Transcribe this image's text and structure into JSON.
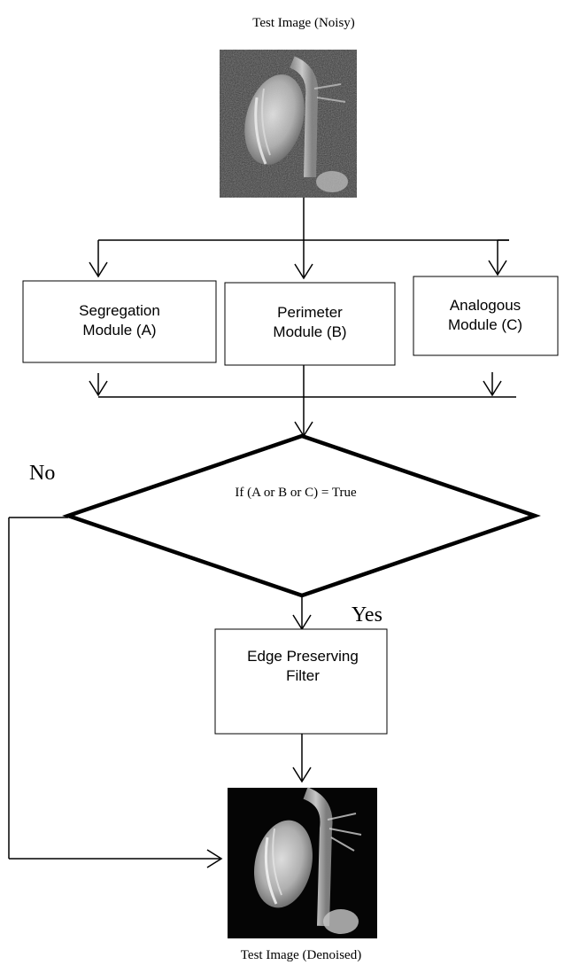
{
  "input_image": {
    "caption": "Test Image (Noisy)"
  },
  "modules": {
    "segregation": {
      "line1": "Segregation",
      "line2": "Module (A)"
    },
    "perimeter": {
      "line1": "Perimeter",
      "line2": "Module (B)"
    },
    "analogous": {
      "line1": "Analogous",
      "line2": "Module (C)"
    }
  },
  "decision": {
    "condition": "If (A or B or C) = True",
    "no_label": "No",
    "yes_label": "Yes"
  },
  "filter": {
    "line1": "Edge Preserving",
    "line2": "Filter"
  },
  "output_image": {
    "caption": "Test Image (Denoised)"
  },
  "colors": {
    "line": "#000000",
    "background": "#ffffff"
  }
}
